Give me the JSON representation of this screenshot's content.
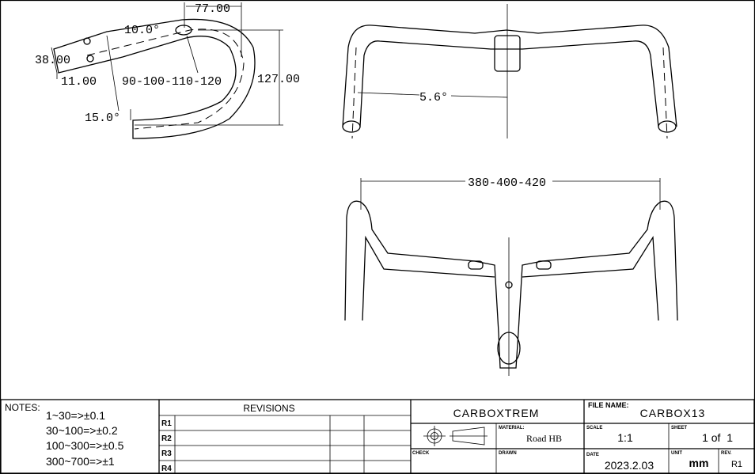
{
  "drawing": {
    "side_view": {
      "dim_reach": "77.00",
      "dim_rise_angle": "10.0°",
      "dim_clamp": "38.00",
      "dim_offset": "11.00",
      "dim_stem_lengths": "90-100-110-120",
      "dim_drop": "127.00",
      "dim_drop_angle": "15.0°"
    },
    "front_view": {
      "dim_flare": "5.6°"
    },
    "top_view": {
      "dim_widths": "380-400-420"
    }
  },
  "title_block": {
    "notes_label": "NOTES:",
    "notes": [
      "1~30=>±0.1",
      "30~100=>±0.2",
      "100~300=>±0.5",
      "300~700=>±1"
    ],
    "revisions_label": "REVISIONS",
    "revision_rows": [
      "R1",
      "R2",
      "R3",
      "R4"
    ],
    "company": "CARBOXTREM",
    "file_name_label": "FILE NAME:",
    "file_name": "CARBOX13",
    "material_label": "MATERIAL:",
    "material": "Road HB",
    "scale_label": "SCALE",
    "scale": "1:1",
    "sheet_label": "SHEET",
    "sheet": "1 of  1",
    "check_label": "CHECK",
    "drawn_label": "DRAWN",
    "date_label": "DATE",
    "date": "2023.2.03",
    "unit_label": "UNIT",
    "unit": "mm",
    "rev_label": "REV.",
    "rev": "R1"
  }
}
